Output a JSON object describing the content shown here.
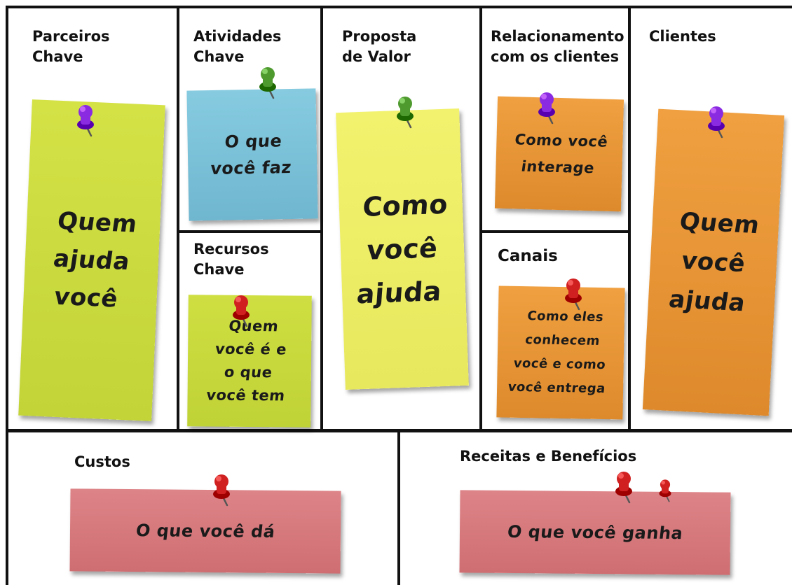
{
  "canvas": {
    "blocks": [
      {
        "id": "parceiros",
        "title": "Parceiros\nChave",
        "note": "Quem\najuda\nvocê",
        "note_color": "#c9dc3c",
        "pin_color": "#8a2be2"
      },
      {
        "id": "atividades",
        "title": "Atividades\nChave",
        "note": "O que\nvocê faz",
        "note_color": "#7cc4dc",
        "pin_color": "#4f9a2f"
      },
      {
        "id": "recursos",
        "title": "Recursos\nChave",
        "note": "Quem\nvocê é e\no que\nvocê tem",
        "note_color": "#c9dc3c",
        "pin_color": "#d02020"
      },
      {
        "id": "proposta",
        "title": "Proposta\nde Valor",
        "note": "Como\nvocê\najuda",
        "note_color": "#eef06a",
        "pin_color": "#4f9a2f"
      },
      {
        "id": "relacionamento",
        "title": "Relacionamento\ncom os clientes",
        "note": "Como você\ninterage",
        "note_color": "#e99633",
        "pin_color": "#8a2be2"
      },
      {
        "id": "canais",
        "title": "Canais",
        "note": "Como eles\nconhecem\nvocê e como\nvocê entrega",
        "note_color": "#e99633",
        "pin_color": "#d02020"
      },
      {
        "id": "clientes",
        "title": "Clientes",
        "note": "Quem\nvocê\najuda",
        "note_color": "#e99633",
        "pin_color": "#8a2be2"
      },
      {
        "id": "custos",
        "title": "Custos",
        "note": "O que você dá",
        "note_color": "#d8787c",
        "pin_color": "#d02020"
      },
      {
        "id": "receitas",
        "title": "Receitas e Benefícios",
        "note": "O que você ganha",
        "note_color": "#d8787c",
        "pin_color": "#d02020"
      }
    ]
  }
}
